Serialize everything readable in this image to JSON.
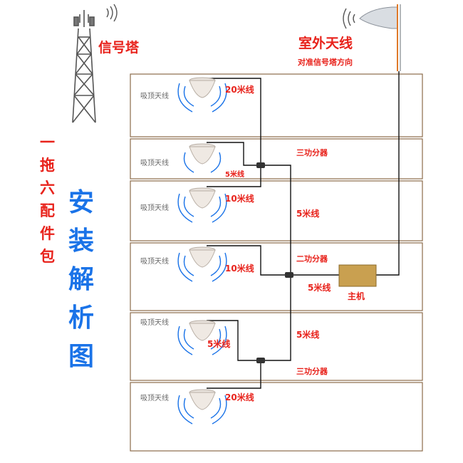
{
  "signal_tower_label": "信号塔",
  "outdoor_antenna": {
    "label": "室外天线",
    "caption": "对准信号塔方向"
  },
  "side_title_small": [
    "一",
    "拖",
    "六",
    "配",
    "件",
    "包"
  ],
  "side_title_large": [
    "安",
    "装",
    "解",
    "析",
    "图"
  ],
  "floors": [
    {
      "antenna_label": "吸顶天线",
      "cable_label": "20米线"
    },
    {
      "antenna_label": "吸顶天线",
      "cable_label": "5米线"
    },
    {
      "antenna_label": "吸顶天线",
      "cable_label": "10米线"
    },
    {
      "antenna_label": "吸顶天线",
      "cable_label": "10米线"
    },
    {
      "antenna_label": "吸顶天线",
      "cable_label": "5米线"
    },
    {
      "antenna_label": "吸顶天线",
      "cable_label": "20米线"
    }
  ],
  "splitters": {
    "upper": "三功分器",
    "middle": "二功分器",
    "lower": "三功分器"
  },
  "cables": {
    "upper_trunk": "5米线",
    "host_link": "5米线",
    "lower_trunk": "5米线"
  },
  "host_label": "主机",
  "colors": {
    "red": "#e8221b",
    "blue": "#1a73e8",
    "floor_line": "#8b6b4a",
    "host": "#c9a050",
    "cable": "#111111",
    "outdoor_cable": "#e07a2a"
  }
}
